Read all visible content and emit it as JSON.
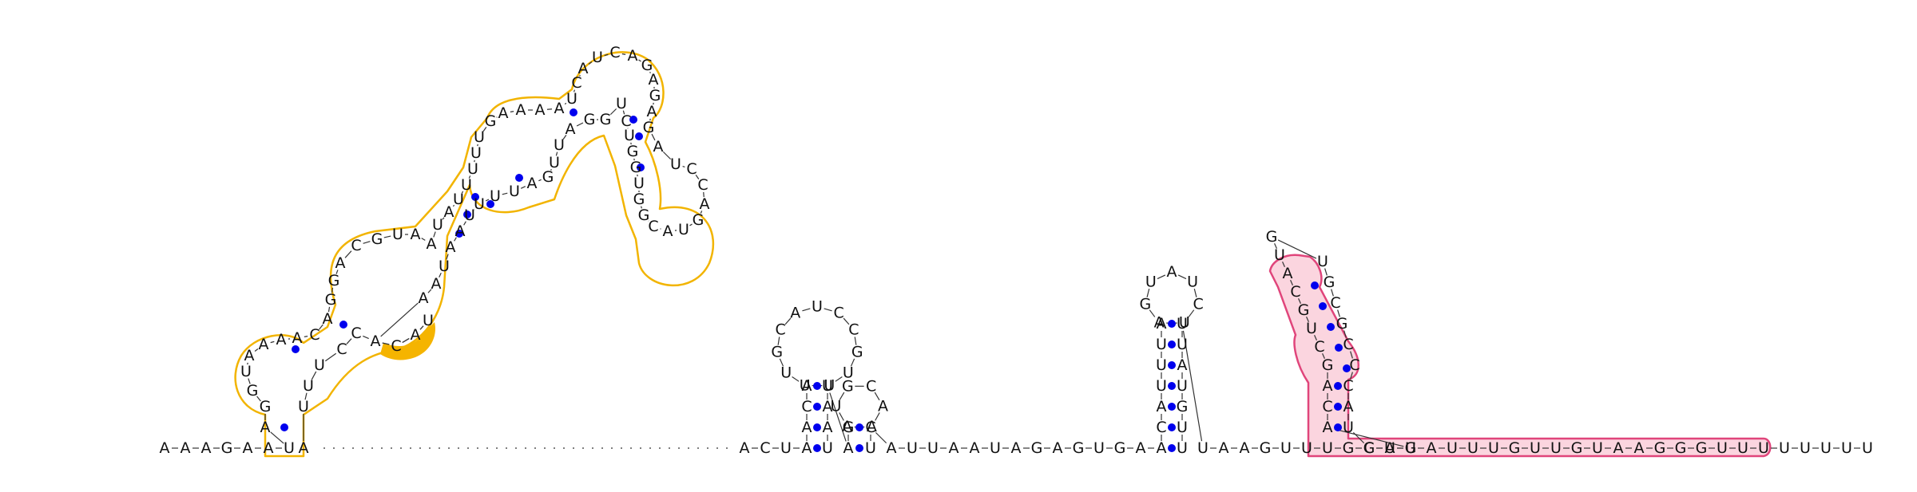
{
  "colors": {
    "background": "#ffffff",
    "base_text": "#111111",
    "backbone": "#333333",
    "base_pair_dot": "#0000ee",
    "domain1_outline": "#f2b400",
    "domain1_highlight": "#f5b400",
    "domain2_outline": "#e0457b",
    "domain2_fill": "#fbd5df"
  },
  "structure": {
    "leader": "AAAGAAU",
    "linker_after_domain1": "ACU",
    "linker_between_hairpins": "AUUAAUAGAGUGA",
    "linker_before_domain2": "UAAGUUUGGUG",
    "trailer": "CAUAUUUGUUGUAAGGGUUUUUUUU",
    "hairpin_a": {
      "strand5": "AACA",
      "loop": "UUGCCUACGUU",
      "strand3": "UAAU"
    },
    "hairpin_b": {
      "strand5": "AG",
      "loop": "AACGUA",
      "strand3": "CU"
    },
    "hairpin_c": {
      "strand5": "ACAUUUA",
      "loop": "UCUAUGA",
      "strand3": "UUAUGUU"
    },
    "domain2": {
      "left_strand": "GUACGUCGACA",
      "right_strand": "UGCGCCCAU",
      "pairs": 8
    },
    "domain1": {
      "left_strand_outer": "AGGUAAAA",
      "left_strand_upper": "CAGGACGUAA",
      "left_strand_top": "UAUUUUUGAAAAUCA",
      "loop_top": "UCAGAGAGA",
      "right_strand_outer": "UCCAGUACGGUGGUCUGGAUUGAUUUUAAUAA",
      "highlighted": "ACAU"
    }
  }
}
